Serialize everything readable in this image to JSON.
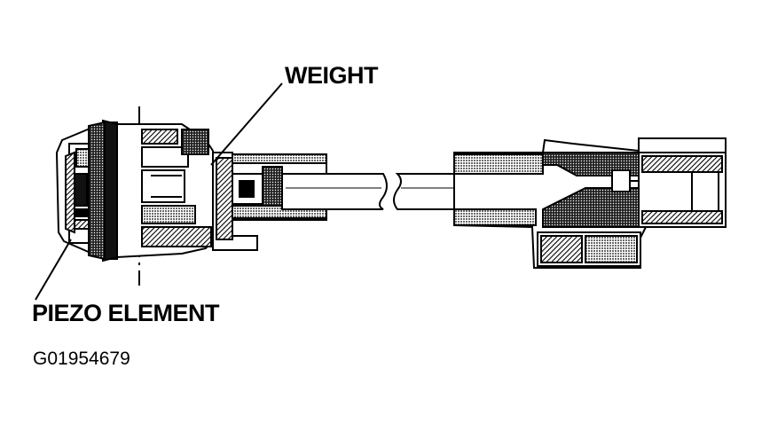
{
  "labels": {
    "weight": "WEIGHT",
    "piezo_element": "PIEZO ELEMENT"
  },
  "figure_id": "G01954679",
  "colors": {
    "ink": "#000000",
    "paper": "#ffffff"
  }
}
